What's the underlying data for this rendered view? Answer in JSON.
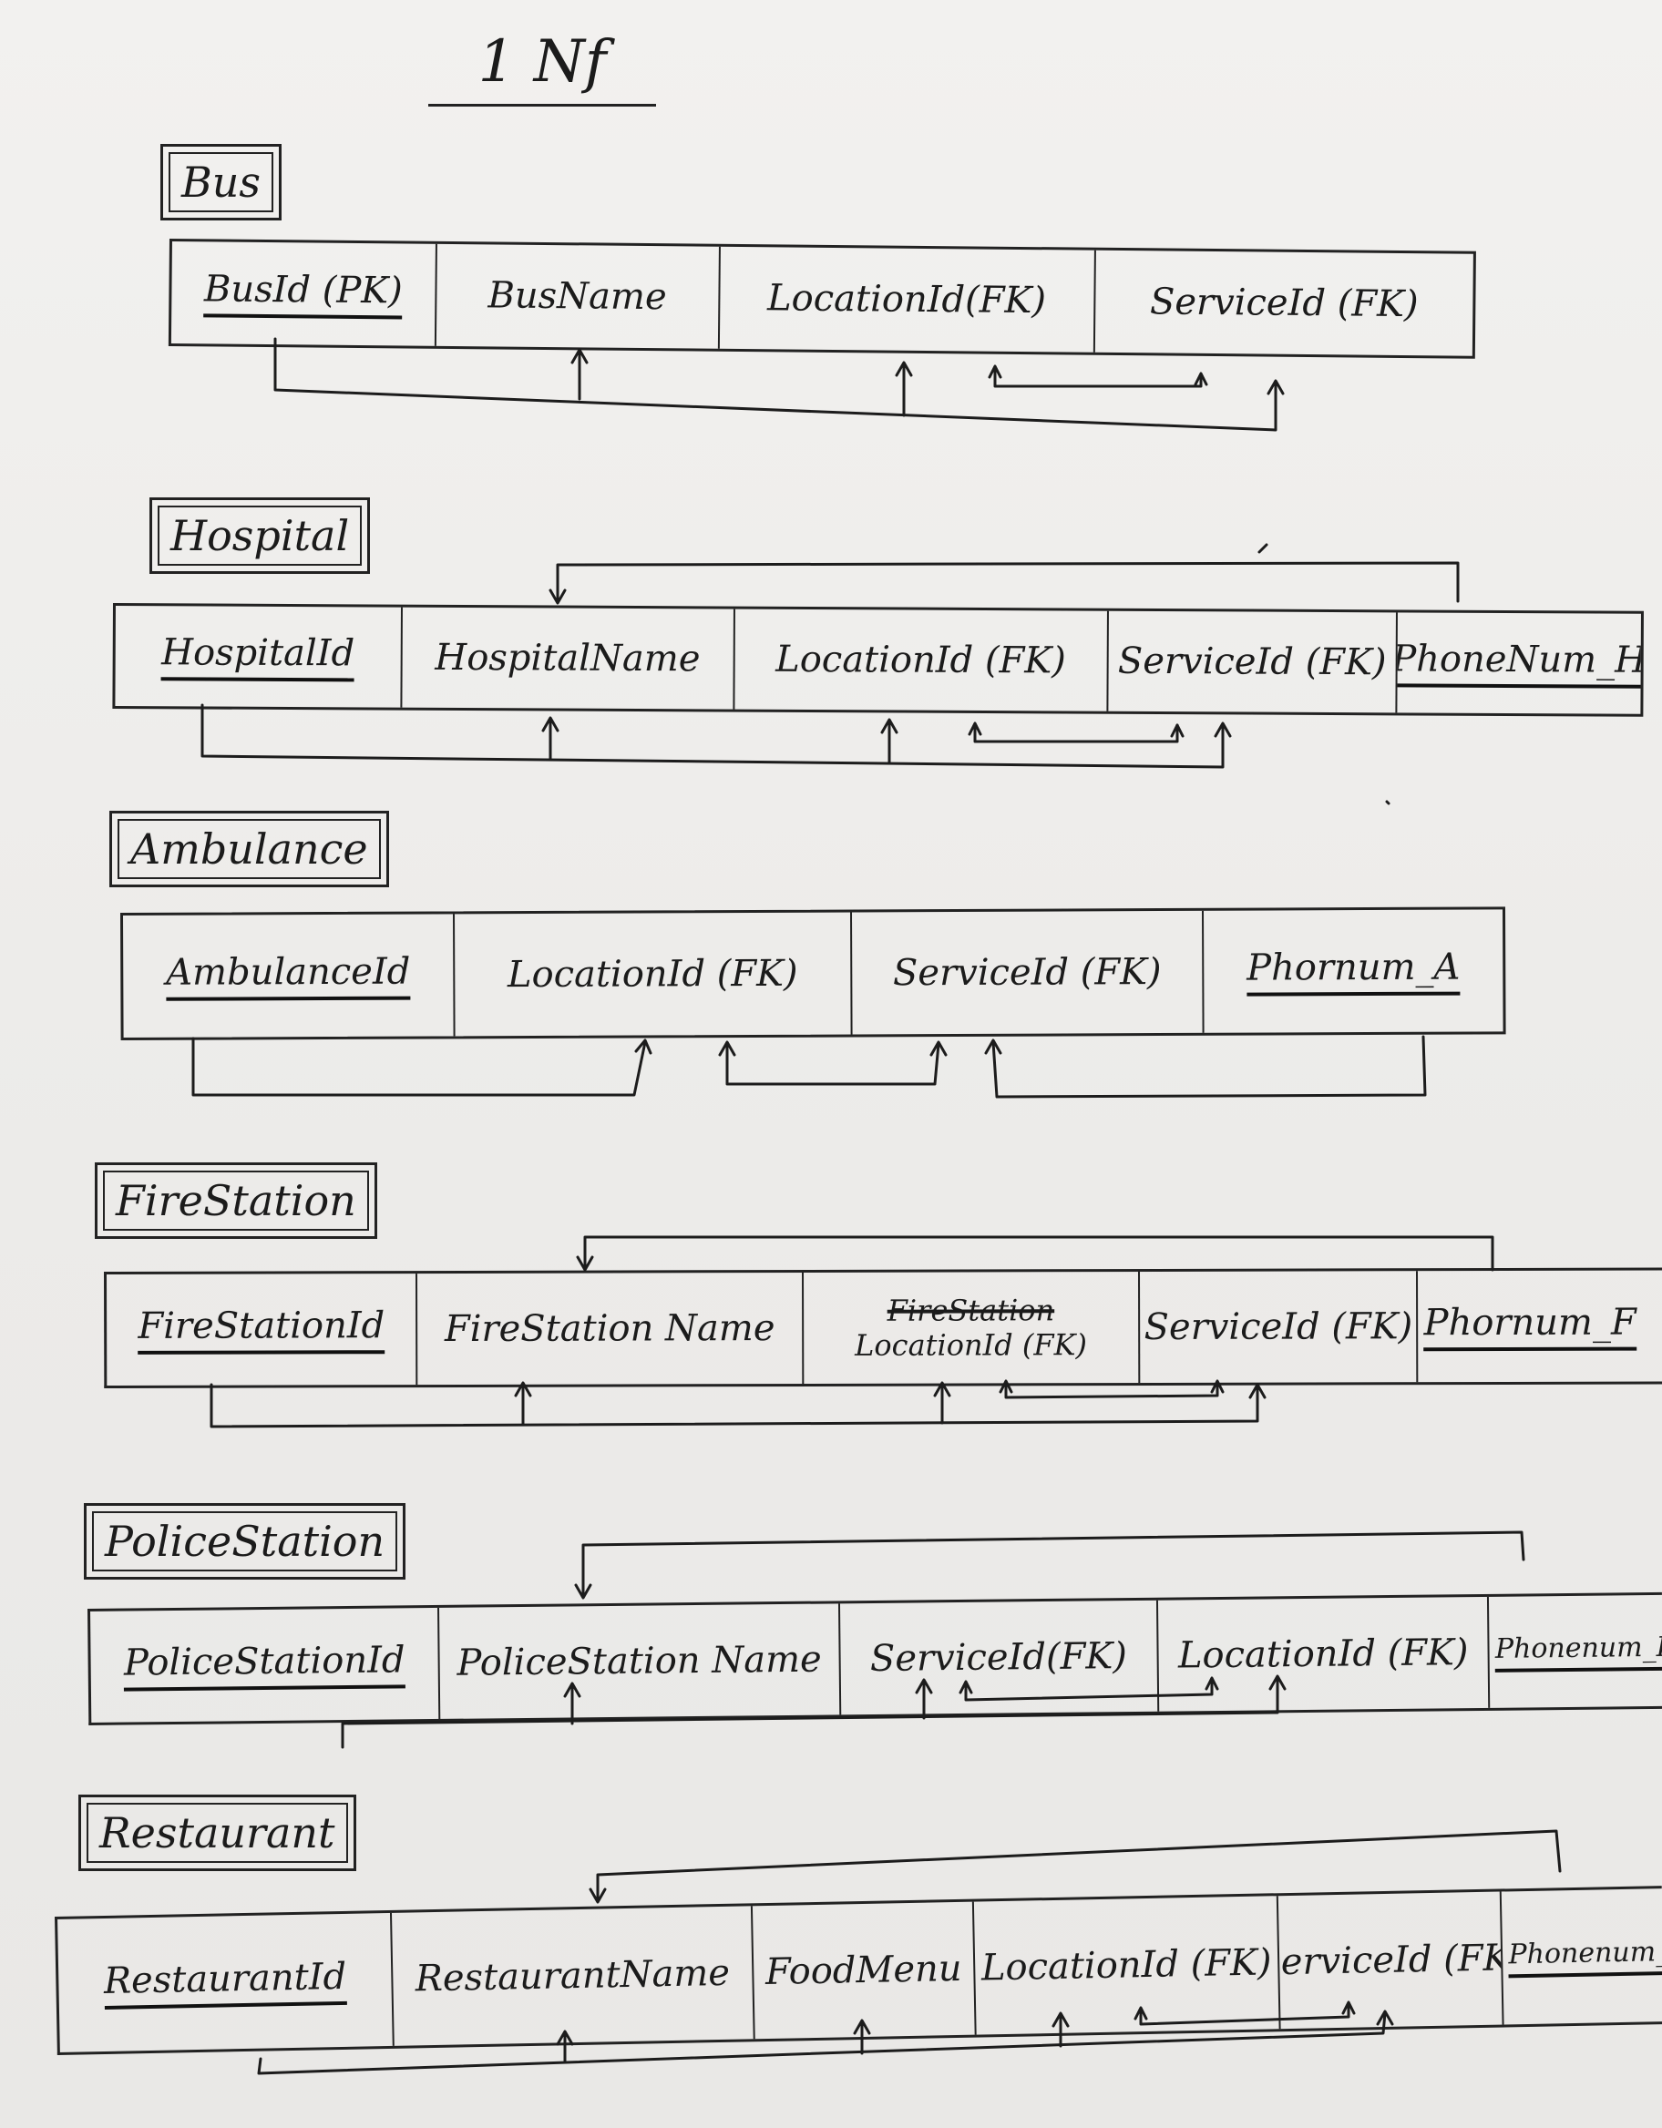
{
  "title": "1 Nf",
  "tables": {
    "bus": {
      "label": "Bus",
      "columns": [
        "BusId (PK)",
        "BusName",
        "LocationId(FK)",
        "ServiceId (FK)"
      ]
    },
    "hospital": {
      "label": "Hospital",
      "columns": [
        "HospitalId",
        "HospitalName",
        "LocationId (FK)",
        "ServiceId (FK)",
        "PhoneNum_H"
      ]
    },
    "ambulance": {
      "label": "Ambulance",
      "columns": [
        "AmbulanceId",
        "LocationId (FK)",
        "ServiceId (FK)",
        "Phornum_A"
      ]
    },
    "firestation": {
      "label": "FireStation",
      "columns": [
        "FireStationId",
        "FireStation Name",
        "LocationId (FK)",
        "ServiceId (FK)",
        "Phornum_F"
      ],
      "struck_text": "FireStation"
    },
    "policestation": {
      "label": "PoliceStation",
      "columns": [
        "PoliceStationId",
        "PoliceStation Name",
        "ServiceId(FK)",
        "LocationId (FK)",
        "Phonenum_P"
      ]
    },
    "restaurant": {
      "label": "Restaurant",
      "columns": [
        "RestaurantId",
        "RestaurantName",
        "FoodMenu",
        "LocationId (FK)",
        "ServiceId (FK)",
        "Phonenum_R"
      ]
    }
  }
}
